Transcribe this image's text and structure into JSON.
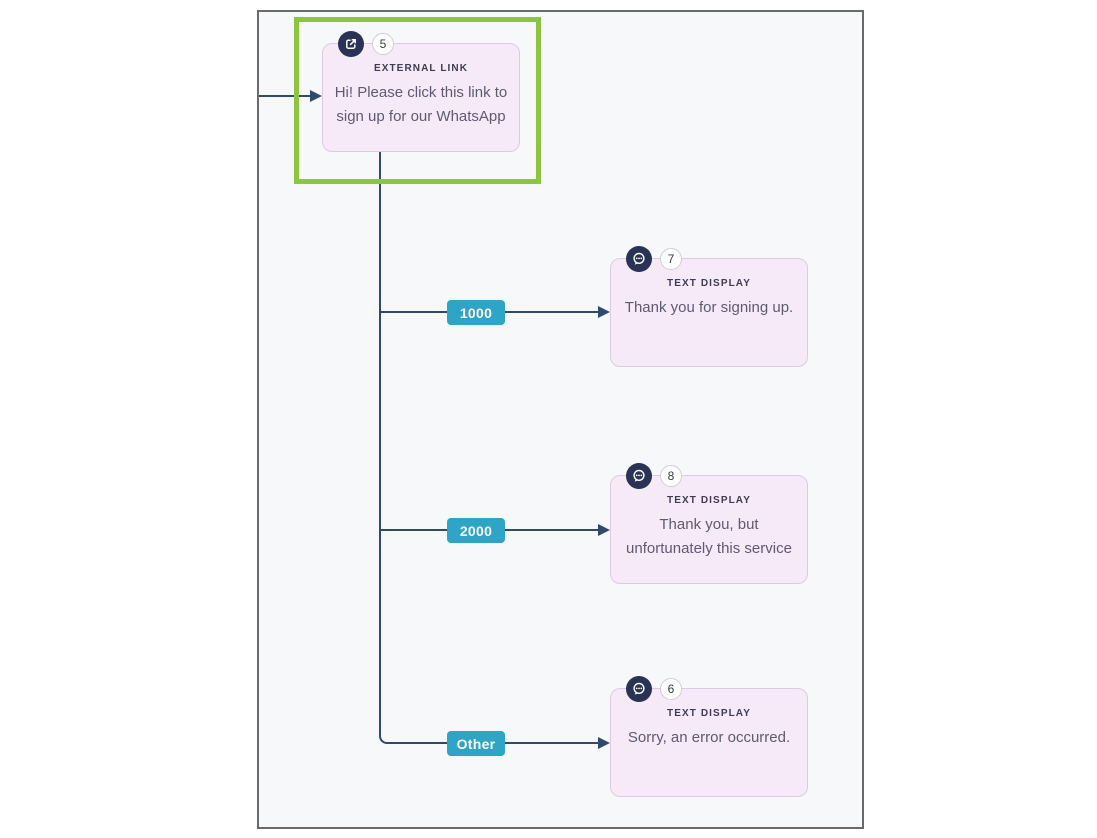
{
  "app": {
    "view": "chatbot-flow-canvas"
  },
  "colors": {
    "highlight": "#8cc640",
    "connector": "#2f4a70",
    "branch_badge": "#2ea4c6",
    "node_background": "#f6eaf8",
    "port_icon_background": "#283356",
    "canvas_background": "#f7f8fa"
  },
  "flow": {
    "nodes": [
      {
        "number": "5",
        "type_label": "EXTERNAL LINK",
        "icon": "external-link-icon",
        "text": "Hi! Please click this link to\nsign up for our WhatsApp",
        "highlighted": true
      },
      {
        "number": "7",
        "type_label": "TEXT DISPLAY",
        "icon": "chat-bubble-icon",
        "text": "Thank you for signing up."
      },
      {
        "number": "8",
        "type_label": "TEXT DISPLAY",
        "icon": "chat-bubble-icon",
        "text": "Thank you, but\nunfortunately this service"
      },
      {
        "number": "6",
        "type_label": "TEXT DISPLAY",
        "icon": "chat-bubble-icon",
        "text": "Sorry, an error occurred."
      }
    ],
    "branch_labels": [
      "1000",
      "2000",
      "Other"
    ]
  }
}
